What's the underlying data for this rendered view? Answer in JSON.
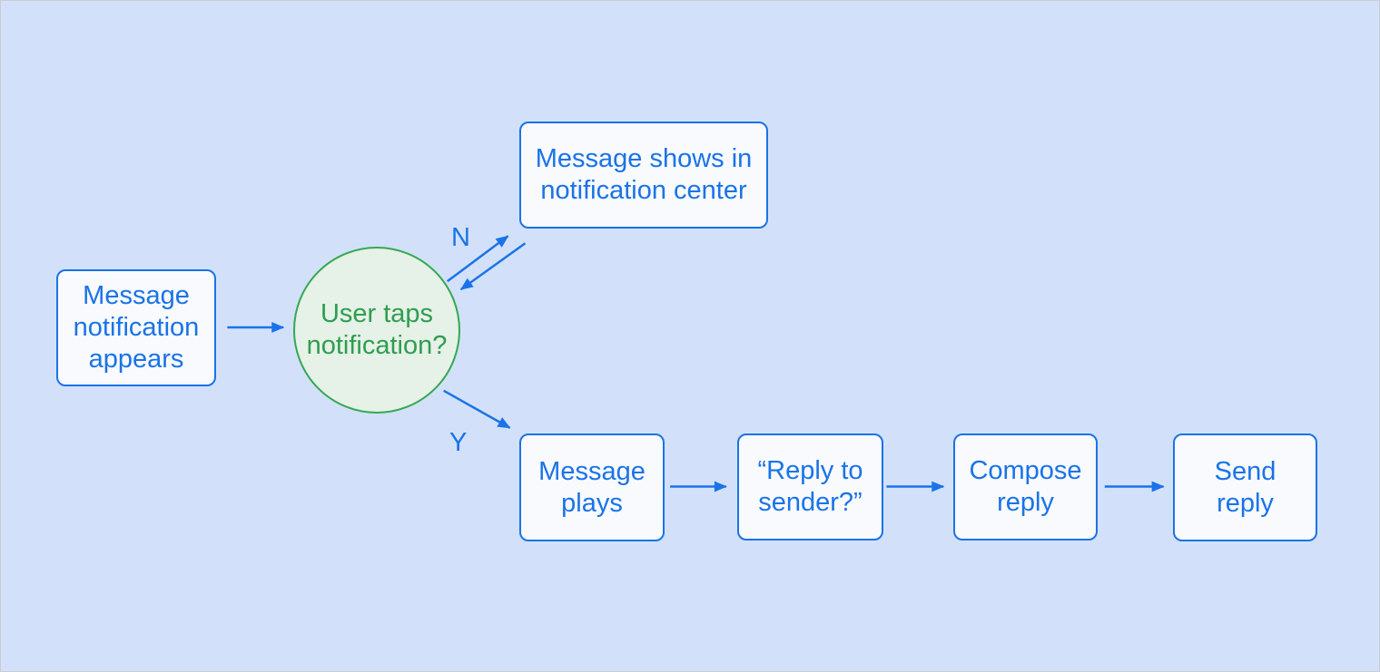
{
  "colors": {
    "background": "#d2e1f9",
    "frame_border": "#c9ccd1",
    "node_fill": "#f8fafd",
    "node_border": "#1a73e8",
    "node_text": "#1a73e8",
    "decision_fill": "#e6f1e7",
    "decision_border": "#34a853",
    "decision_text": "#2e9e4f",
    "arrow": "#1a73e8",
    "edge_label_text": "#1a73e8"
  },
  "flowchart": {
    "nodes": {
      "start": {
        "label": "Message\nnotification\nappears"
      },
      "decision": {
        "label": "User taps\nnotification?"
      },
      "notification_center": {
        "label": "Message shows in\nnotification center"
      },
      "message_plays": {
        "label": "Message\nplays"
      },
      "reply_to_sender": {
        "label": "“Reply to\nsender?”"
      },
      "compose_reply": {
        "label": "Compose\nreply"
      },
      "send_reply": {
        "label": "Send\nreply"
      }
    },
    "edge_labels": {
      "no": "N",
      "yes": "Y"
    }
  }
}
